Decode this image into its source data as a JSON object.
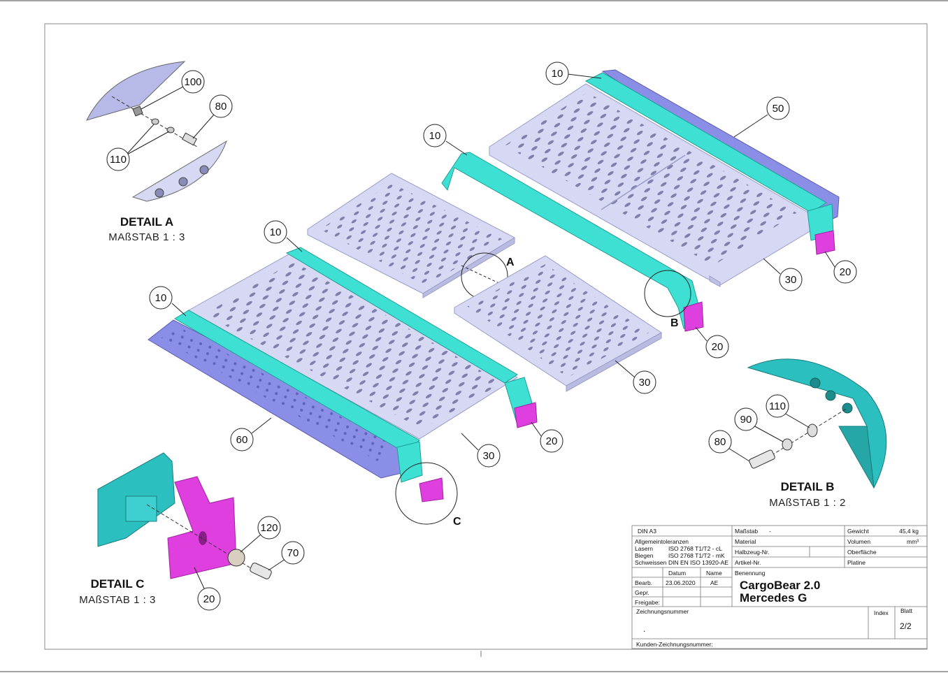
{
  "balloons": {
    "b10a": "10",
    "b10b": "10",
    "b10c": "10",
    "b10d": "10",
    "b50": "50",
    "b30a": "30",
    "b30b": "30",
    "b30c": "30",
    "b20a": "20",
    "b20b": "20",
    "b20c": "20",
    "b20d": "20",
    "b60": "60",
    "b100": "100",
    "b80a": "80",
    "b110a": "110",
    "b90": "90",
    "b110b": "110",
    "b80b": "80",
    "b120": "120",
    "b70": "70"
  },
  "view_letters": {
    "a": "A",
    "b": "B",
    "c": "C"
  },
  "details": {
    "a": {
      "title": "DETAIL A",
      "scale": "MAßSTAB 1 : 3"
    },
    "b": {
      "title": "DETAIL B",
      "scale": "MAßSTAB 1 : 2"
    },
    "c": {
      "title": "DETAIL C",
      "scale": "MAßSTAB 1 : 3"
    }
  },
  "title_block": {
    "format": "DIN A3",
    "tolerances_label": "Allgemeintoleranzen",
    "laser_label": "Lasern",
    "laser_value": "ISO 2768 T1/T2 - cL",
    "bend_label": "Biegen",
    "bend_value": "ISO 2768 T1/T2 - mK",
    "weld_label": "Schweissen",
    "weld_value": "DIN EN ISO 13920-AE",
    "date_header": "Datum",
    "name_header": "Name",
    "drawn_label": "Bearb.",
    "drawn_date": "23.06.2020",
    "drawn_name": "AE",
    "checked_label": "Gepr.",
    "release_label": "Freigabe:",
    "scale_label": "Maßstab",
    "scale_value": "-",
    "material_label": "Material",
    "semi_label": "Halbzeug-Nr.",
    "article_label": "Artikel-Nr.",
    "designation_label": "Benennung",
    "designation_1": "CargoBear 2.0",
    "designation_2": "Mercedes G",
    "weight_label": "Gewicht",
    "weight_value": "45,4 kg",
    "volume_label": "Volumen",
    "volume_unit": "mm³",
    "surface_label": "Oberfläche",
    "plate_label": "Platine",
    "drawing_no_label": "Zeichnungsnummer",
    "drawing_no_value": ".",
    "index_label": "Index",
    "sheet_label": "Blatt",
    "sheet_value": "2/2",
    "customer_no_label": "Kunden-Zeichnungsnummer:"
  },
  "colors": {
    "rail": "#3fe0d4",
    "rail_dark": "#27b8ad",
    "plate": "#d6d8f4",
    "plate_edge": "#9a9cc8",
    "hole": "#6e709e",
    "side": "#8b8ee6",
    "side_dark": "#6f72cc",
    "bracket": "#e03fe0",
    "bracket_dark": "#b82ab8",
    "detail_b": "#2bbfbf"
  }
}
